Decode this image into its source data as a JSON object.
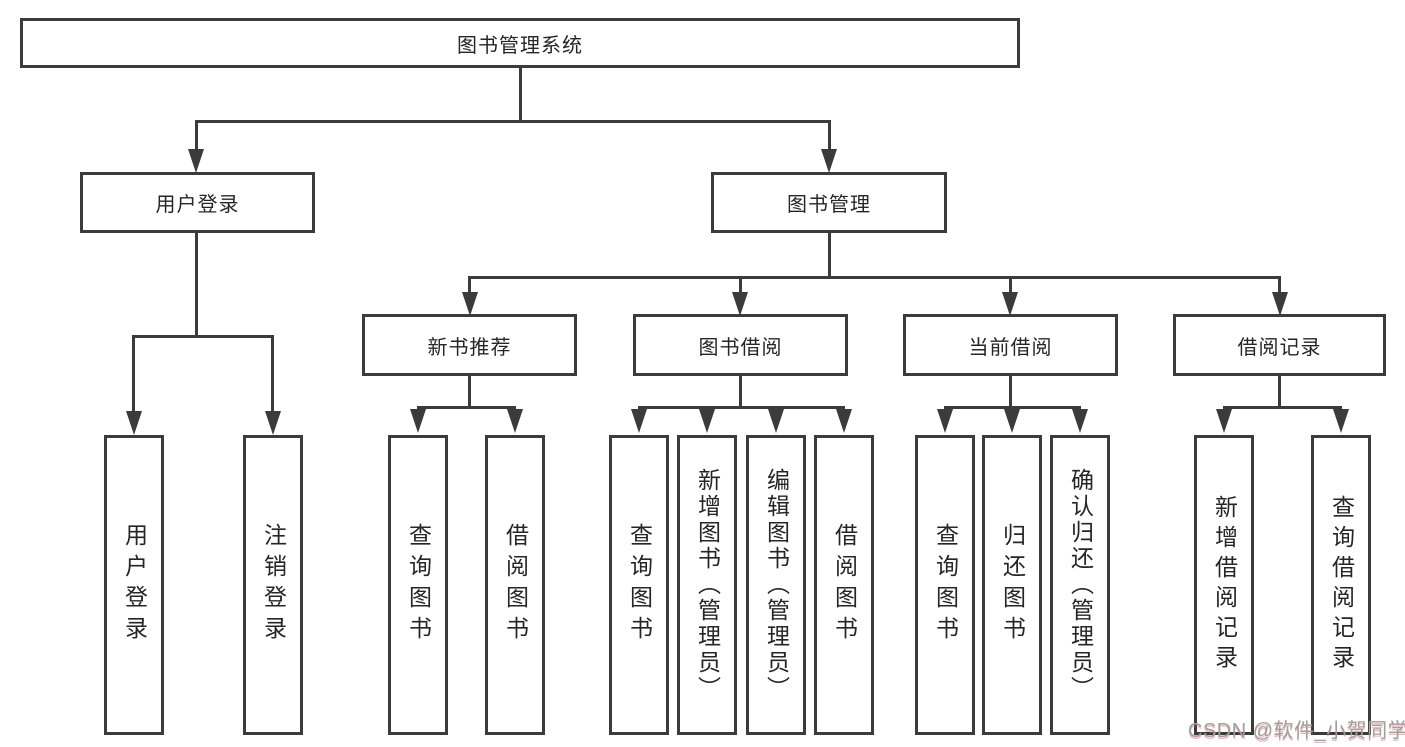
{
  "title": {
    "label": "图书管理系统"
  },
  "level2": {
    "user_login": "用户登录",
    "book_mgmt": "图书管理"
  },
  "level3": {
    "new_book": "新书推荐",
    "book_borrow": "图书借阅",
    "current_borrow": "当前借阅",
    "borrow_records": "借阅记录"
  },
  "leaves": {
    "user": [
      "用户登录",
      "注销登录"
    ],
    "new_book": [
      "查询图书",
      "借阅图书"
    ],
    "book_borrow": [
      "查询图书",
      "新增图书（管理员）",
      "编辑图书（管理员）",
      "借阅图书"
    ],
    "current_borrow": [
      "查询图书",
      "归还图书",
      "确认归还（管理员）"
    ],
    "borrow_records": [
      "新增借阅记录",
      "查询借阅记录"
    ]
  },
  "watermark": {
    "text": "CSDN @软件_小贺同学"
  },
  "colors": {
    "line": "#3b3b3b",
    "text": "#262626",
    "watermark": "#9f9f9f",
    "background": "#ffffff"
  }
}
